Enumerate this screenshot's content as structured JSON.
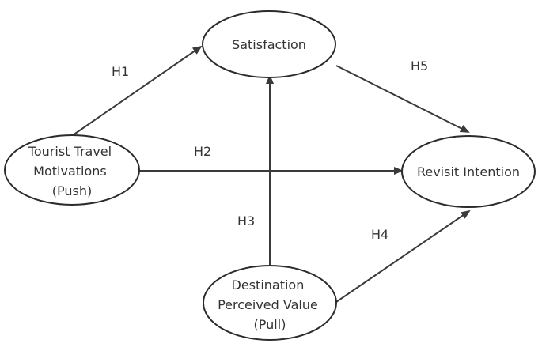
{
  "nodes": {
    "satisfaction": {
      "lines": [
        "Satisfaction"
      ]
    },
    "motivations": {
      "lines": [
        "Tourist Travel",
        "Motivations",
        "(Push)"
      ]
    },
    "revisit": {
      "lines": [
        "Revisit Intention"
      ]
    },
    "destination": {
      "lines": [
        "Destination",
        "Perceived Value",
        "(Pull)"
      ]
    }
  },
  "edges": {
    "h1": {
      "label": "H1",
      "from": "motivations",
      "to": "satisfaction"
    },
    "h2": {
      "label": "H2",
      "from": "motivations",
      "to": "revisit"
    },
    "h3": {
      "label": "H3",
      "from": "destination",
      "to": "satisfaction"
    },
    "h4": {
      "label": "H4",
      "from": "destination",
      "to": "revisit"
    },
    "h5": {
      "label": "H5",
      "from": "satisfaction",
      "to": "revisit"
    }
  },
  "colors": {
    "line": "#3a3a3a",
    "text": "#333333",
    "background": "#ffffff"
  }
}
